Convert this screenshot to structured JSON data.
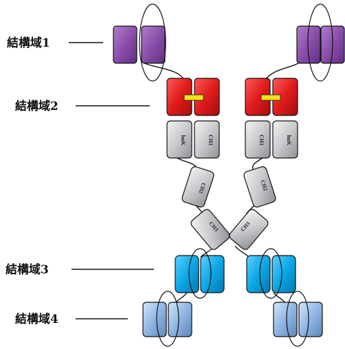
{
  "labels": {
    "domain1": "結構域1",
    "domain2": "結構域2",
    "domain3": "結構域3",
    "domain4": "結構域4"
  },
  "domain_text": {
    "hulk": "huK",
    "ch1": "CH1",
    "ch2": "CH2",
    "ch3": "CH3"
  },
  "colors": {
    "purple": "#8b4faa",
    "red": "#e01b1b",
    "yellow": "#f2e21a",
    "silver": "#c8c9cc",
    "cyan": "#0aa8e6",
    "lightblue": "#8fb6e3",
    "outline": "#111111"
  }
}
